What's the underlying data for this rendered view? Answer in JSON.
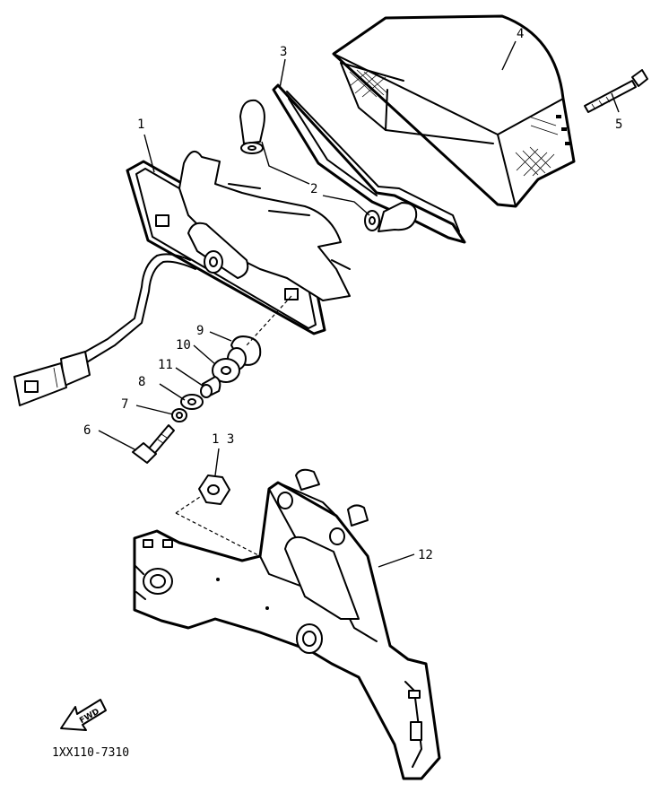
{
  "callouts": {
    "c1": "1",
    "c2": "2",
    "c3": "3",
    "c4": "4",
    "c5": "5",
    "c6": "6",
    "c7": "7",
    "c8": "8",
    "c9": "9",
    "c10": "10",
    "c11": "11",
    "c12": "12",
    "c13": "1 3"
  },
  "direction_label": "FWD",
  "diagram_code": "1XX110-7310",
  "parts": [
    {
      "id": "license-plate-bracket",
      "callout": "1"
    },
    {
      "id": "bulb",
      "callout": "2"
    },
    {
      "id": "lens-gasket",
      "callout": "3"
    },
    {
      "id": "taillight-lens",
      "callout": "4"
    },
    {
      "id": "long-screw",
      "callout": "5"
    },
    {
      "id": "bolt",
      "callout": "6"
    },
    {
      "id": "lock-washer",
      "callout": "7"
    },
    {
      "id": "flat-washer",
      "callout": "8"
    },
    {
      "id": "grommet",
      "callout": "9"
    },
    {
      "id": "spacer-washer",
      "callout": "10"
    },
    {
      "id": "collar",
      "callout": "11"
    },
    {
      "id": "rear-fender-stay",
      "callout": "12"
    },
    {
      "id": "nut",
      "callout": "13"
    }
  ]
}
